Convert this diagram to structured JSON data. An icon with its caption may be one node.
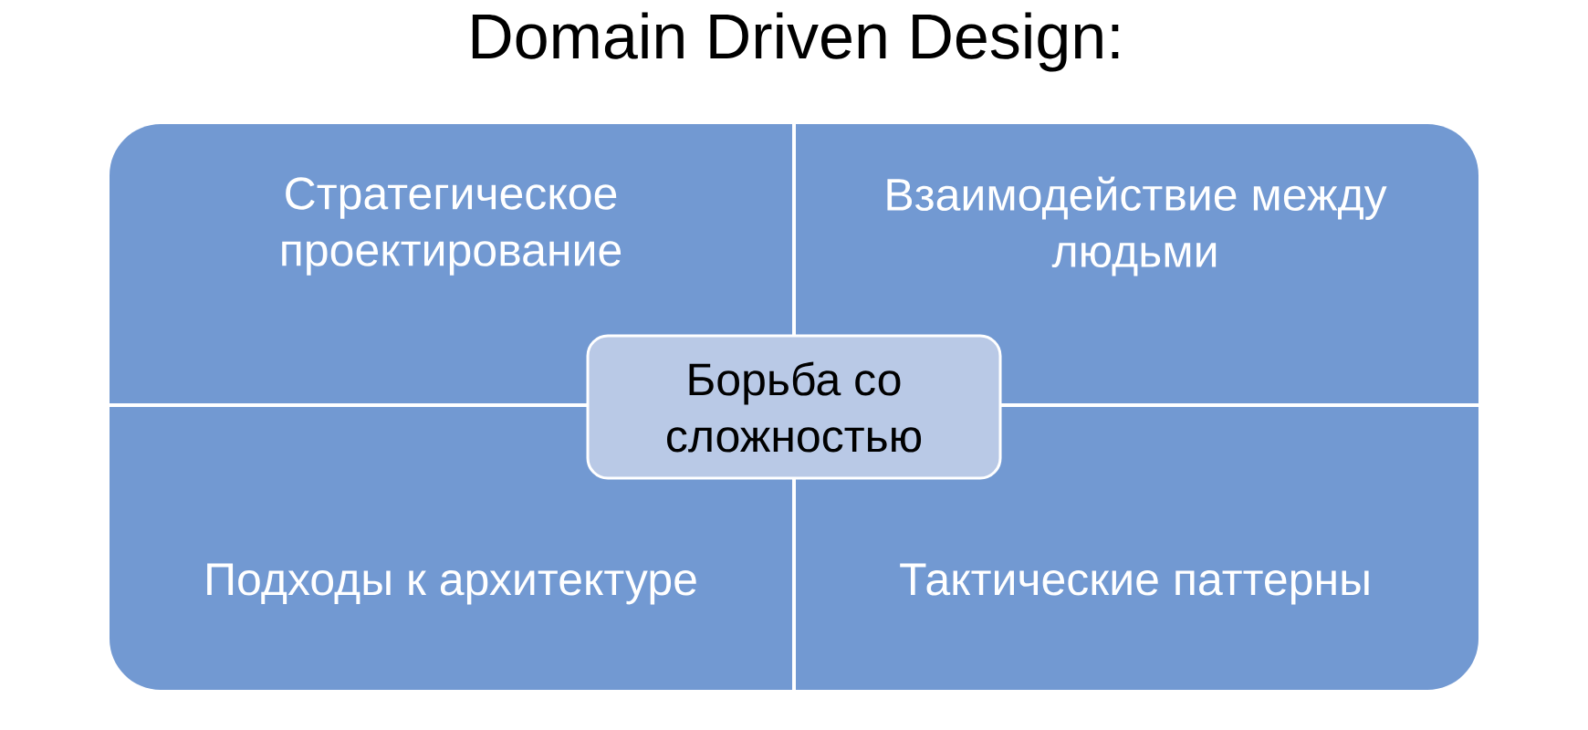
{
  "diagram": {
    "title": "Domain Driven Design:",
    "nodes": [
      {
        "text": [
          "Стратегическое проектирование"
        ]
      },
      {
        "text": [
          "Взаимодействие между людьми"
        ]
      },
      {
        "text": [
          "Борьба со сложностью"
        ]
      },
      {
        "text": [
          "Подходы к архитектуре"
        ]
      },
      {
        "text": [
          "Тактические паттерны"
        ]
      }
    ]
  }
}
